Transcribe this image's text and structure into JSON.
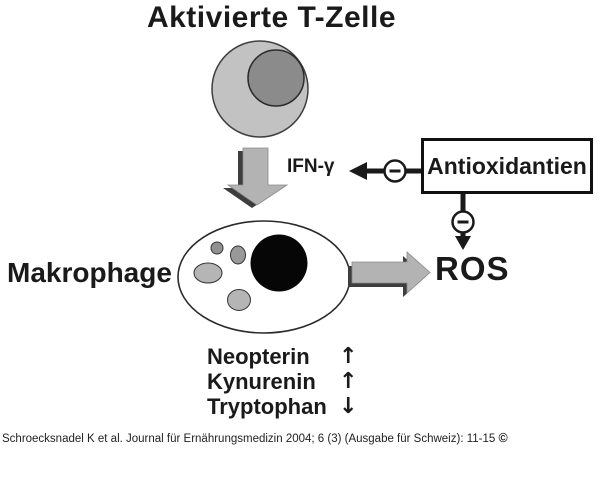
{
  "title": "Aktivierte T-Zelle",
  "labels": {
    "ifn_gamma": "IFN-γ",
    "antioxidants": "Antioxidantien",
    "macrophage": "Makrophage",
    "ros": "ROS"
  },
  "metabolites": [
    {
      "label": "Neopterin",
      "arrow": "↑"
    },
    {
      "label": "Kynurenin",
      "arrow": "↑"
    },
    {
      "label": "Tryptophan",
      "arrow": "↓"
    }
  ],
  "citation": {
    "text": "Schroecksnadel K et al. Journal für Ernährungsmedizin 2004; 6 (3) (Ausgabe für Schweiz): 11-15 ",
    "copyright": "©"
  },
  "colors": {
    "ink": "#1a1a1a",
    "cell_body_gray": "#c2c2c2",
    "nucleus_gray": "#8b8b8b",
    "macrophage_nucleus": "#060606",
    "block_arrow_gray": "#b3b3b3",
    "block_arrow_shadow": "#3d3d3d",
    "organelle_light": "#b5b5b5",
    "organelle_dark": "#919191"
  }
}
